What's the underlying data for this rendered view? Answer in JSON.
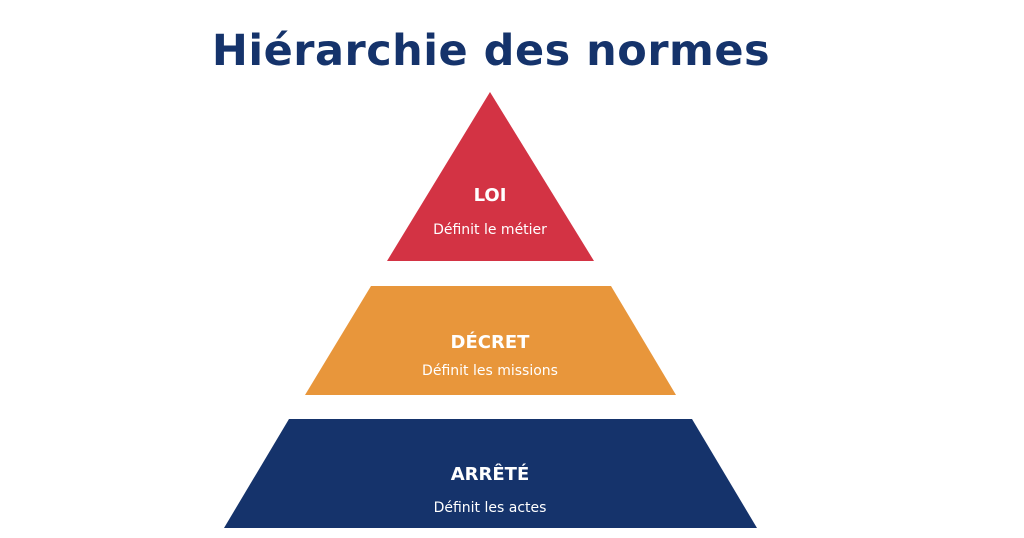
{
  "title": "Hiérarchie des normes",
  "levels": [
    {
      "name": "LOI",
      "description": "Définit le métier",
      "color": "#d33344"
    },
    {
      "name": "DÉCRET",
      "description": "Définit les missions",
      "color": "#e8963b"
    },
    {
      "name": "ARRÊTÉ",
      "description": "Définit les actes",
      "color": "#15336b"
    }
  ]
}
